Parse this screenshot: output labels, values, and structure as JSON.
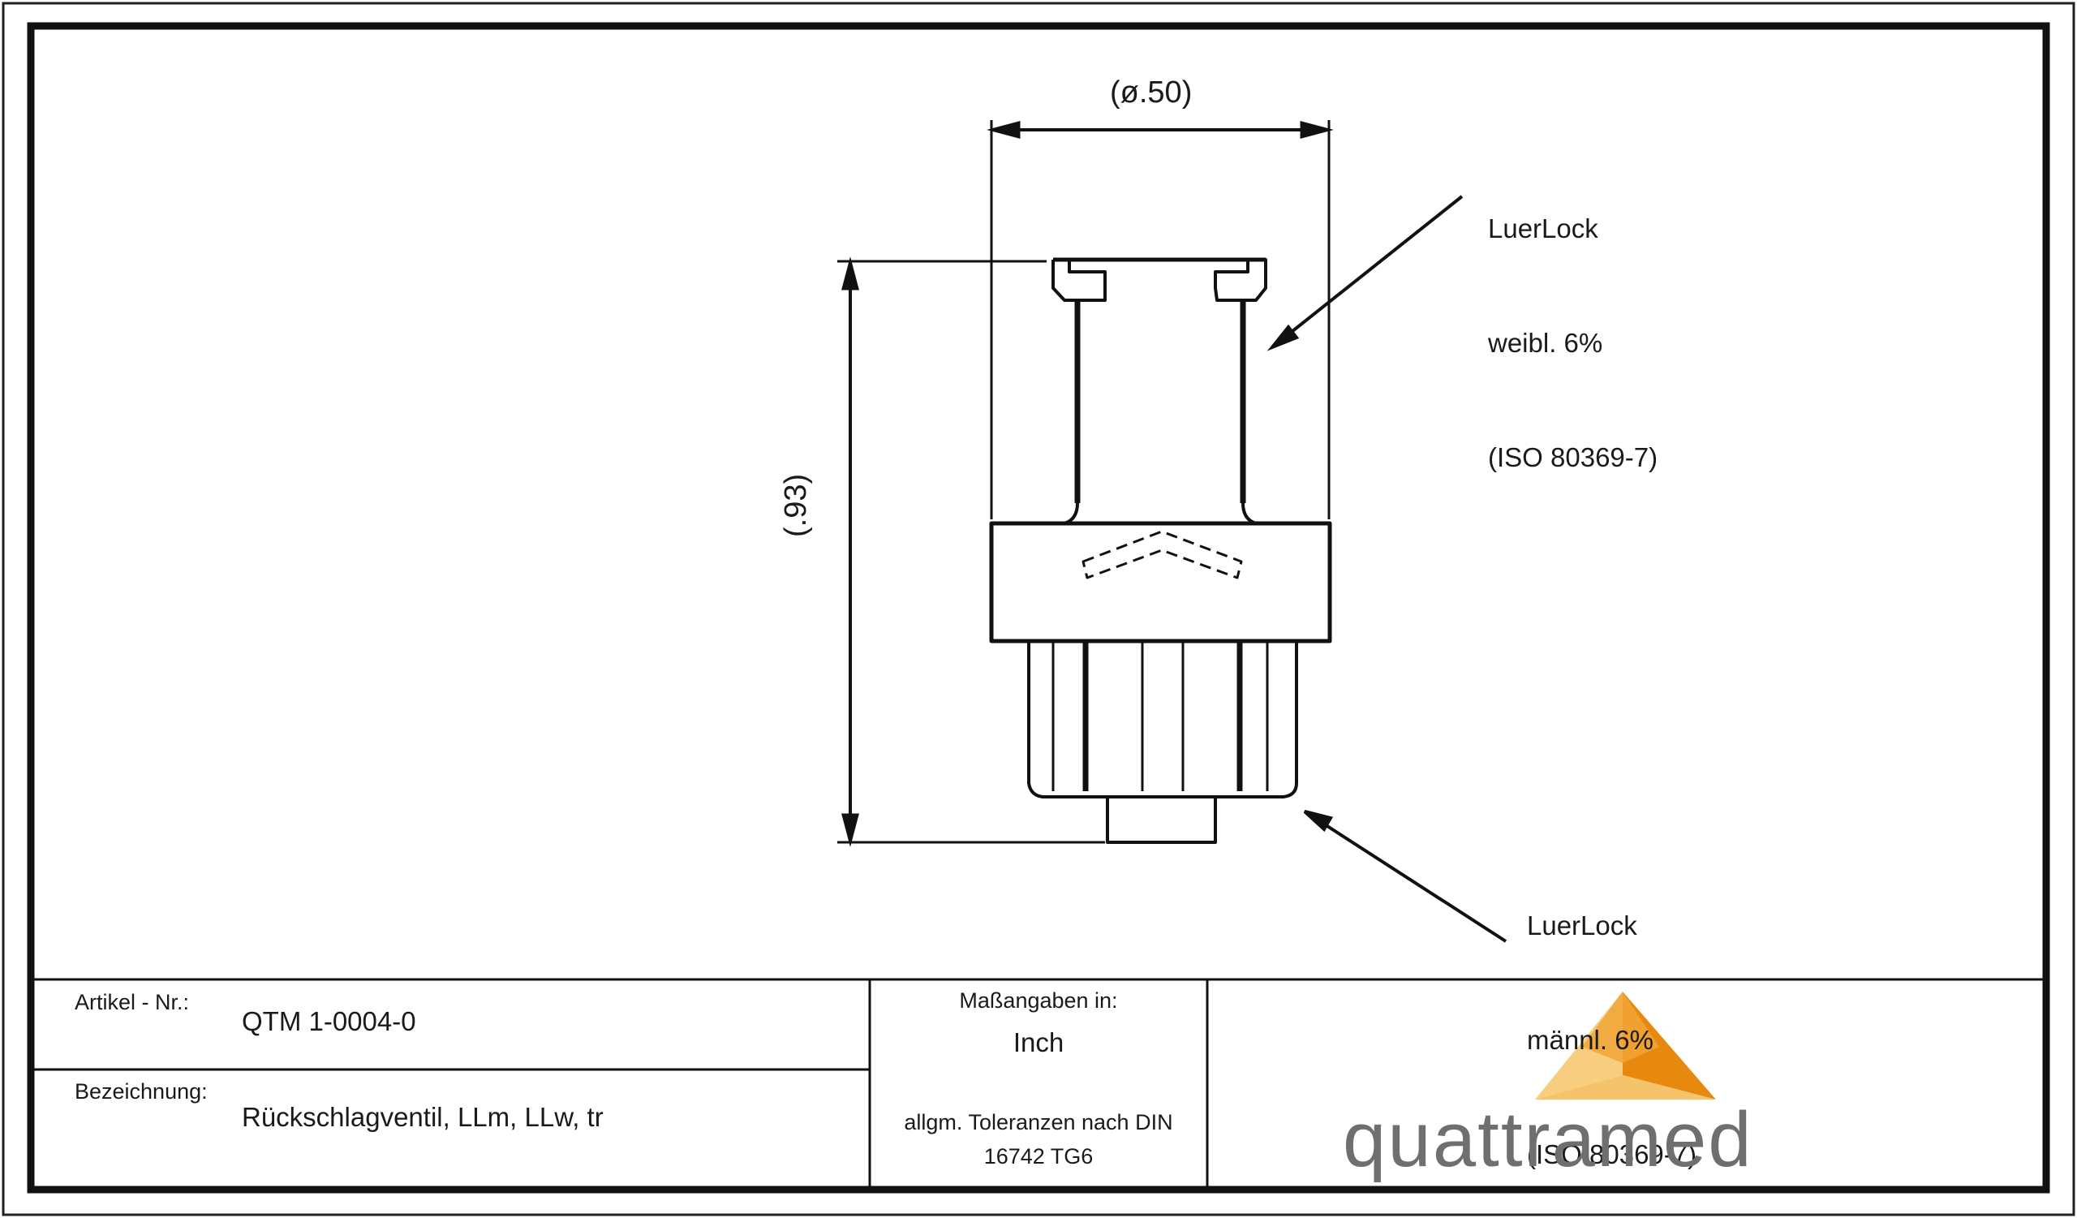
{
  "dimensions": {
    "width_label": "(ø.50)",
    "height_label": "(.93)"
  },
  "annotations": {
    "top": {
      "line1": "LuerLock",
      "line2": "weibl. 6%",
      "line3": "(ISO 80369-7)"
    },
    "bottom": {
      "line1": "LuerLock",
      "line2": "männl. 6%",
      "line3": "(ISO 80369-7)"
    }
  },
  "title_block": {
    "article_label": "Artikel - Nr.:",
    "article_value": "QTM 1-0004-0",
    "designation_label": "Bezeichnung:",
    "designation_value": "Rückschlagventil, LLm, LLw, tr",
    "units_label": "Maßangaben in:",
    "units_value": "Inch",
    "tolerance_line1": "allgm. Toleranzen nach DIN",
    "tolerance_line2": "16742 TG6"
  },
  "logo": {
    "text": "quattramed",
    "colors": {
      "light": "#f5c46a",
      "mid": "#f0a535",
      "dark": "#e88a10",
      "text": "#6f6f6f"
    }
  }
}
